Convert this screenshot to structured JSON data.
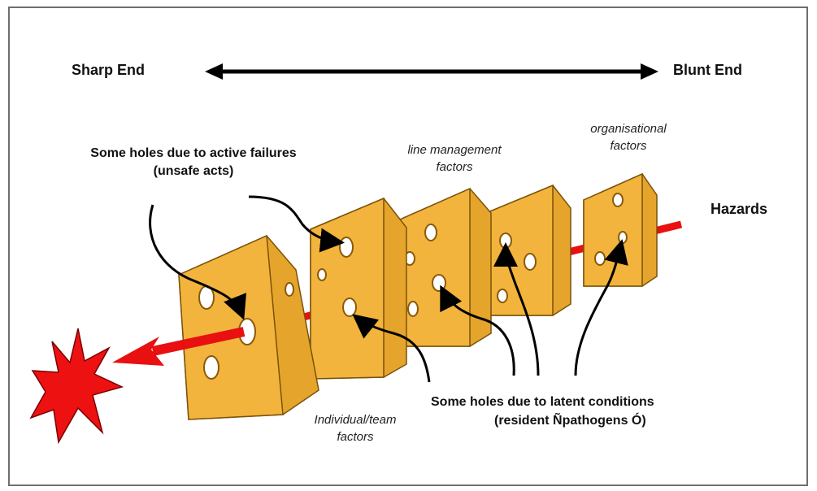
{
  "labels": {
    "sharp_end": "Sharp End",
    "blunt_end": "Blunt End",
    "hazards": "Hazards",
    "active_failures_line1": "Some holes due to active failures",
    "active_failures_line2": "(unsafe acts)",
    "line_management_line1": "line management",
    "line_management_line2": "factors",
    "organisational_line1": "organisational",
    "organisational_line2": "factors",
    "individual_line1": "Individual/team",
    "individual_line2": "factors",
    "latent_line1": "Some holes due to latent conditions",
    "latent_line2": "(resident  Ñpathogens Ó)"
  },
  "colors": {
    "cheese": "#f2b43c",
    "cheese_dark": "#c98a14",
    "cheese_side": "#e5a42c",
    "trajectory": "#e81010",
    "explosion": "#ee1111",
    "border": "#6e6e6e"
  }
}
